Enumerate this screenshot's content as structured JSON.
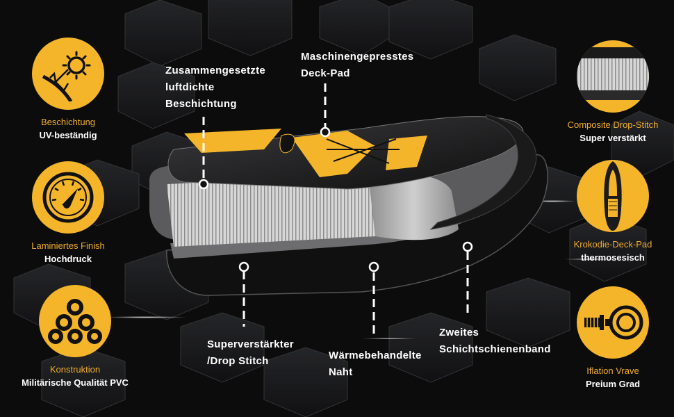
{
  "features_left": [
    {
      "title": "Beschichtung",
      "subtitle": "UV-beständig",
      "icon": "sun-uv-icon"
    },
    {
      "title": "Laminiertes Finish",
      "subtitle": "Hochdruck",
      "icon": "pressure-gauge-icon"
    },
    {
      "title": "Konstruktion",
      "subtitle": "Militärische Qualität PVC",
      "icon": "pvc-tubes-icon"
    }
  ],
  "features_right": [
    {
      "title": "Composite Drop-Stitch",
      "subtitle": "Super verstärkt",
      "icon": "drop-stitch-icon"
    },
    {
      "title": "Krokodie-Deck-Pad",
      "subtitle": "thermosesisch",
      "icon": "deck-pad-board-icon"
    },
    {
      "title": "Iflation Vrave",
      "subtitle": "Preium Grad",
      "icon": "inflation-valve-icon"
    }
  ],
  "callouts": {
    "coating": [
      "Zusammengesetzte",
      "luftdichte",
      "Beschichtung"
    ],
    "deck_pad": [
      "Maschinengepresstes",
      "Deck-Pad"
    ],
    "drop_stitch": [
      "Superverstärkter",
      "/Drop Stitch"
    ],
    "seam": [
      "Wärmebehandelte",
      "Naht"
    ],
    "rail_band": [
      "Zweites",
      "Schichtschienenband"
    ]
  },
  "colors": {
    "accent": "#f4b52a",
    "accent_text": "#f0ad2c",
    "background": "#0b0b0c"
  }
}
